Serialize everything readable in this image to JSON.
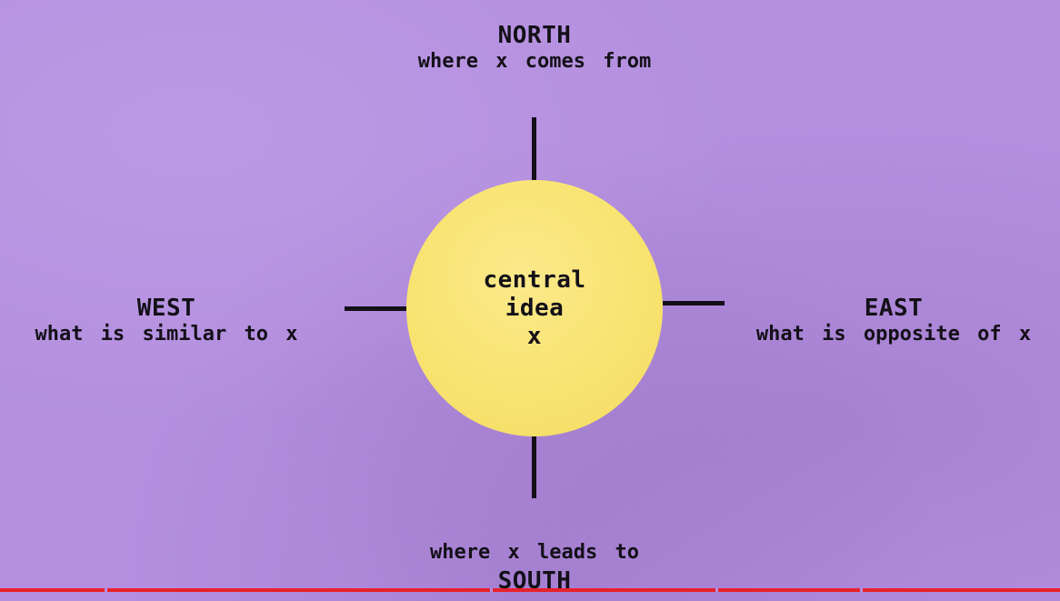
{
  "diagram": {
    "center": {
      "lines": [
        "central",
        "idea",
        "x"
      ],
      "fill_color": "#f8e36f"
    },
    "north": {
      "title": "NORTH",
      "description": "where x comes from"
    },
    "west": {
      "title": "WEST",
      "description": "what is similar to x"
    },
    "east": {
      "title": "EAST",
      "description": "what is opposite of x"
    },
    "south": {
      "title": "SOUTH",
      "description": "where x leads to"
    },
    "background_color": "#b48fe0",
    "line_color": "#141018"
  },
  "player": {
    "progress_color": "#e8212b"
  }
}
